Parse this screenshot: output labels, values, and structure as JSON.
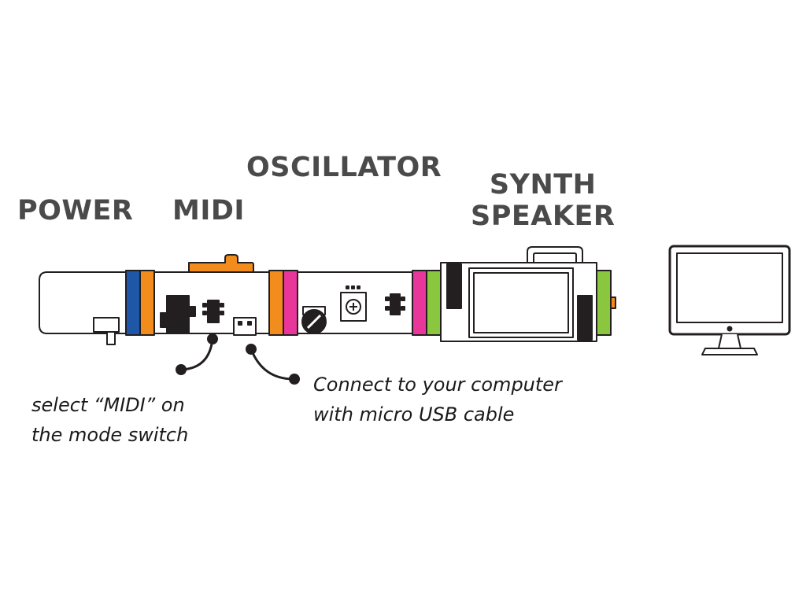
{
  "modules": {
    "power": {
      "label": "POWER"
    },
    "midi": {
      "label": "MIDI"
    },
    "oscillator": {
      "label": "OSCILLATOR"
    },
    "synth_speaker": {
      "line1": "SYNTH",
      "line2": "SPEAKER"
    }
  },
  "annotations": {
    "mode_switch": {
      "line1": "select “MIDI” on",
      "line2": "the mode switch"
    },
    "usb": {
      "line1": "Connect to your computer",
      "line2": "with micro USB cable"
    }
  },
  "colors": {
    "label_text": "#4a4a4a",
    "connector_blue": "#1f57a8",
    "connector_orange": "#f28c1c",
    "connector_pink": "#e8369b",
    "connector_green": "#8bc63f",
    "outline": "#231f20"
  },
  "icons": {
    "computer": "desktop-monitor-icon"
  }
}
